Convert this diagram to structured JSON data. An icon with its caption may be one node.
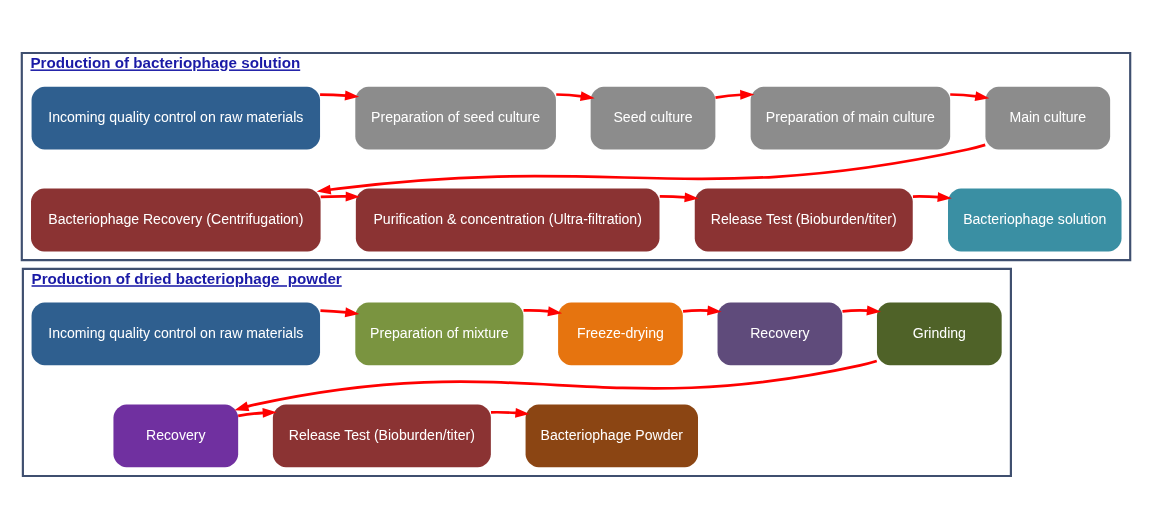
{
  "diagram": {
    "nodes": [
      {
        "text": [
          "Production of bacteriophage solution"
        ]
      },
      {
        "text": [
          "Incoming quality control on raw materials"
        ],
        "in": 0
      },
      {
        "text": [
          "Preparation of seed culture"
        ],
        "in": 0
      },
      {
        "text": [
          "Seed culture"
        ],
        "in": 0
      },
      {
        "text": [
          "Preparation of main culture"
        ],
        "in": 0
      },
      {
        "text": [
          "Main culture"
        ],
        "in": 0
      },
      {
        "text": [
          "Bacteriophage Recovery (Centrifugation)"
        ],
        "in": 0
      },
      {
        "text": [
          "Purification & concentration (Ultra-filtration)"
        ],
        "in": 0
      },
      {
        "text": [
          "Release Test (Bioburden/titer)"
        ],
        "in": 0
      },
      {
        "text": [
          "Bacteriophage solution"
        ],
        "in": 0
      },
      {
        "text": [
          "Production of dried bacteriophage  powder"
        ]
      },
      {
        "text": [
          "Incoming quality control on raw materials"
        ],
        "in": 10
      },
      {
        "text": [
          "Preparation of mixture"
        ],
        "in": 10
      },
      {
        "text": [
          "Freeze-drying"
        ],
        "in": 10
      },
      {
        "text": [
          "Recovery"
        ],
        "in": 10
      },
      {
        "text": [
          "Grinding"
        ],
        "in": 10
      },
      {
        "text": [
          "Recovery"
        ],
        "in": 10
      },
      {
        "text": [
          "Release Test (Bioburden/titer)"
        ],
        "in": 10
      },
      {
        "text": [
          "Bacteriophage Powder"
        ],
        "in": 10
      }
    ],
    "edges": [
      {
        "from": 1,
        "to": 2,
        "arrow": "to"
      },
      {
        "from": 2,
        "to": 3,
        "arrow": "to"
      },
      {
        "from": 3,
        "to": 4,
        "arrow": "to"
      },
      {
        "from": 4,
        "to": 5,
        "arrow": "to"
      },
      {
        "from": 5,
        "to": 6,
        "arrow": "to"
      },
      {
        "from": 6,
        "to": 7,
        "arrow": "to"
      },
      {
        "from": 7,
        "to": 8,
        "arrow": "to"
      },
      {
        "from": 8,
        "to": 9,
        "arrow": "to"
      },
      {
        "from": 11,
        "to": 12,
        "arrow": "to"
      },
      {
        "from": 12,
        "to": 13,
        "arrow": "to"
      },
      {
        "from": 13,
        "to": 14,
        "arrow": "to"
      },
      {
        "from": 14,
        "to": 15,
        "arrow": "to"
      },
      {
        "from": 15,
        "to": 16,
        "arrow": "to"
      },
      {
        "from": 16,
        "to": 17,
        "arrow": "to"
      },
      {
        "from": 17,
        "to": 18,
        "arrow": "to"
      }
    ]
  }
}
